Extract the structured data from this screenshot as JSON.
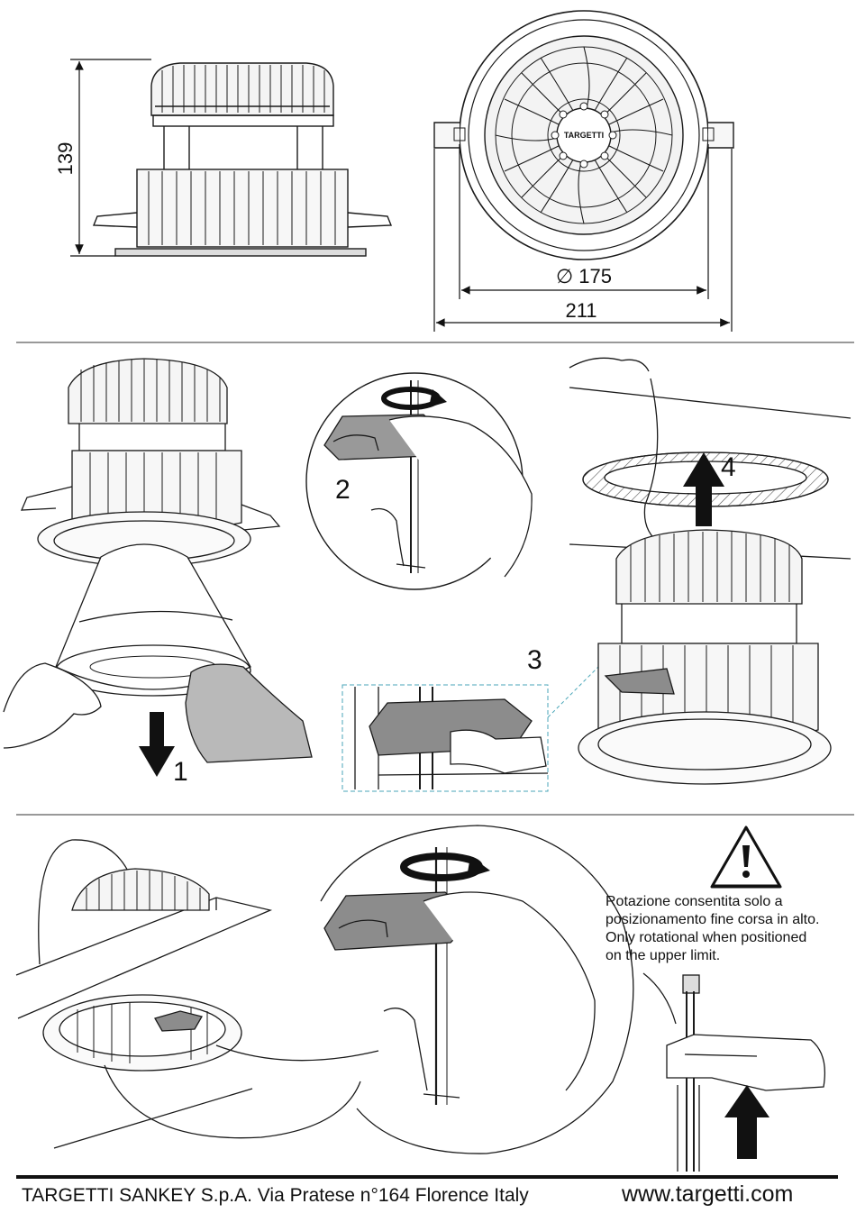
{
  "dimensions": {
    "height": "139",
    "diameter": "175",
    "diameter_symbol": "∅",
    "width": "211"
  },
  "brand_logo": "TARGETTI",
  "steps": [
    "1",
    "2",
    "3",
    "4"
  ],
  "warning": {
    "icon": "warning-triangle-icon",
    "lines": [
      "Rotazione consentita solo a",
      "posizionamento fine corsa in alto.",
      "Only rotational when positioned",
      "on the upper limit."
    ]
  },
  "footer": {
    "company": "TARGETTI SANKEY S.p.A. Via Pratese n°164 Florence Italy",
    "website": "www.targetti.com"
  },
  "colors": {
    "line": "#1a1a1a",
    "detail_frame": "#4aa6b8",
    "glove": "#b9b9b9",
    "hatch": "#555555"
  }
}
